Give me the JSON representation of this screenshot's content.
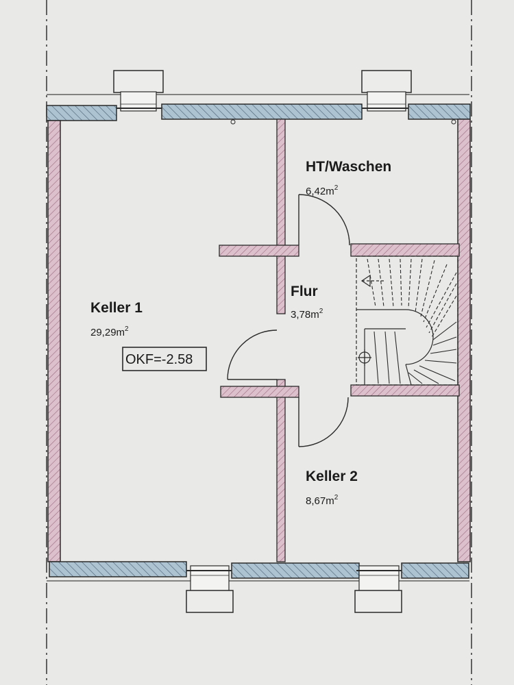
{
  "plan": {
    "rooms": [
      {
        "id": "keller-1",
        "name": "Keller 1",
        "area": "29,29m",
        "unit_sup": "2"
      },
      {
        "id": "ht-waschen",
        "name": "HT/Waschen",
        "area": "6,42m",
        "unit_sup": "2"
      },
      {
        "id": "flur",
        "name": "Flur",
        "area": "3,78m",
        "unit_sup": "2"
      },
      {
        "id": "keller-2",
        "name": "Keller 2",
        "area": "8,67m",
        "unit_sup": "2"
      }
    ],
    "level_marker": "OKF=-2.58"
  },
  "colors": {
    "background": "#e9e9e7",
    "interior_wall": "#d8b7c4",
    "exterior_wall": "#a9bfcf",
    "line": "#2a2a2a"
  }
}
